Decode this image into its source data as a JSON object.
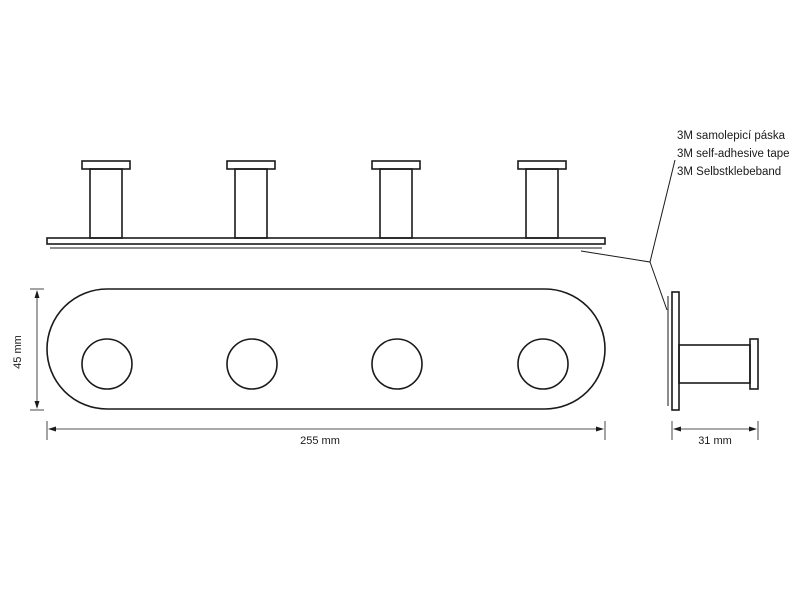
{
  "tape_note": {
    "line_cs": "3M samolepicí páska",
    "line_en": "3M self-adhesive tape",
    "line_de": "3M Selbstklebeband"
  },
  "dimensions": {
    "length": "255 mm",
    "height": "45 mm",
    "depth": "31 mm"
  },
  "hook_count": 4
}
